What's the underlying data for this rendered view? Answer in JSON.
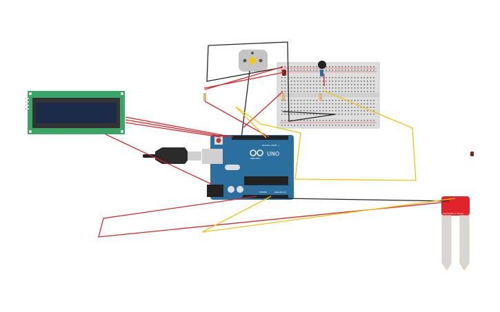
{
  "arduino": {
    "model": "UNO",
    "brand": "ARDUINO",
    "digital_label": "DIGITAL (PWM~)",
    "power_label": "POWER",
    "analog_label": "ANALOG IN"
  },
  "sensor": {
    "label": "Soil Moisture Sensor"
  },
  "colors": {
    "wire_red": "#d9252b",
    "wire_black": "#222222",
    "wire_yellow": "#f1c40f",
    "arduino": "#2a6f9e",
    "lcd_board": "#3aa566",
    "lcd_screen": "#1c2b4a",
    "sensor_board": "#e0242b"
  }
}
